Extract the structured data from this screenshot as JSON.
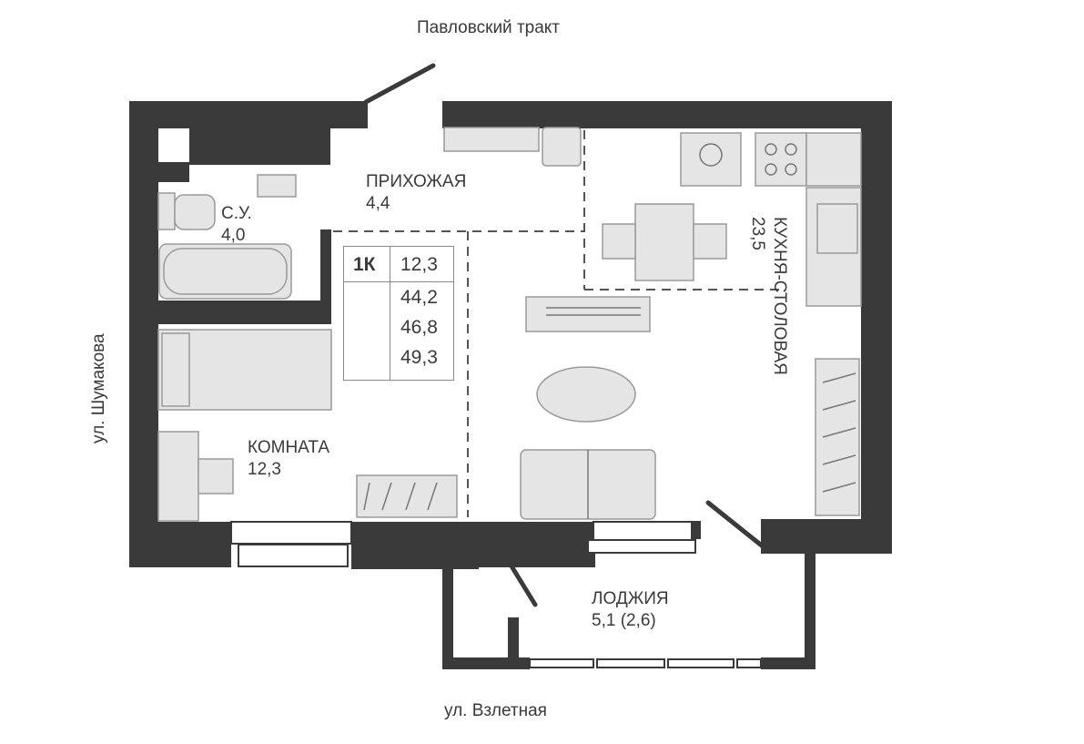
{
  "streets": {
    "top": "Павловский тракт",
    "left": "ул. Шумакова",
    "bottom": "ул. Взлетная"
  },
  "rooms": {
    "hallway": {
      "name": "ПРИХОЖАЯ",
      "area": "4,4"
    },
    "bathroom": {
      "name": "С.У.",
      "area": "4,0"
    },
    "bedroom": {
      "name": "КОМНАТА",
      "area": "12,3"
    },
    "kitchen": {
      "name": "КУХНЯ-СТОЛОВАЯ",
      "area": "23,5"
    },
    "loggia": {
      "name": "ЛОДЖИЯ",
      "area": "5,1 (2,6)"
    }
  },
  "summary": {
    "type": "1К",
    "living_area": "12,3",
    "area_1": "44,2",
    "area_2": "46,8",
    "area_3": "49,3"
  },
  "colors": {
    "wall": "#3a3a3a",
    "furniture_fill": "#e5e5e5",
    "furniture_stroke": "#9a9a9a",
    "zone_dash": "#555555"
  }
}
